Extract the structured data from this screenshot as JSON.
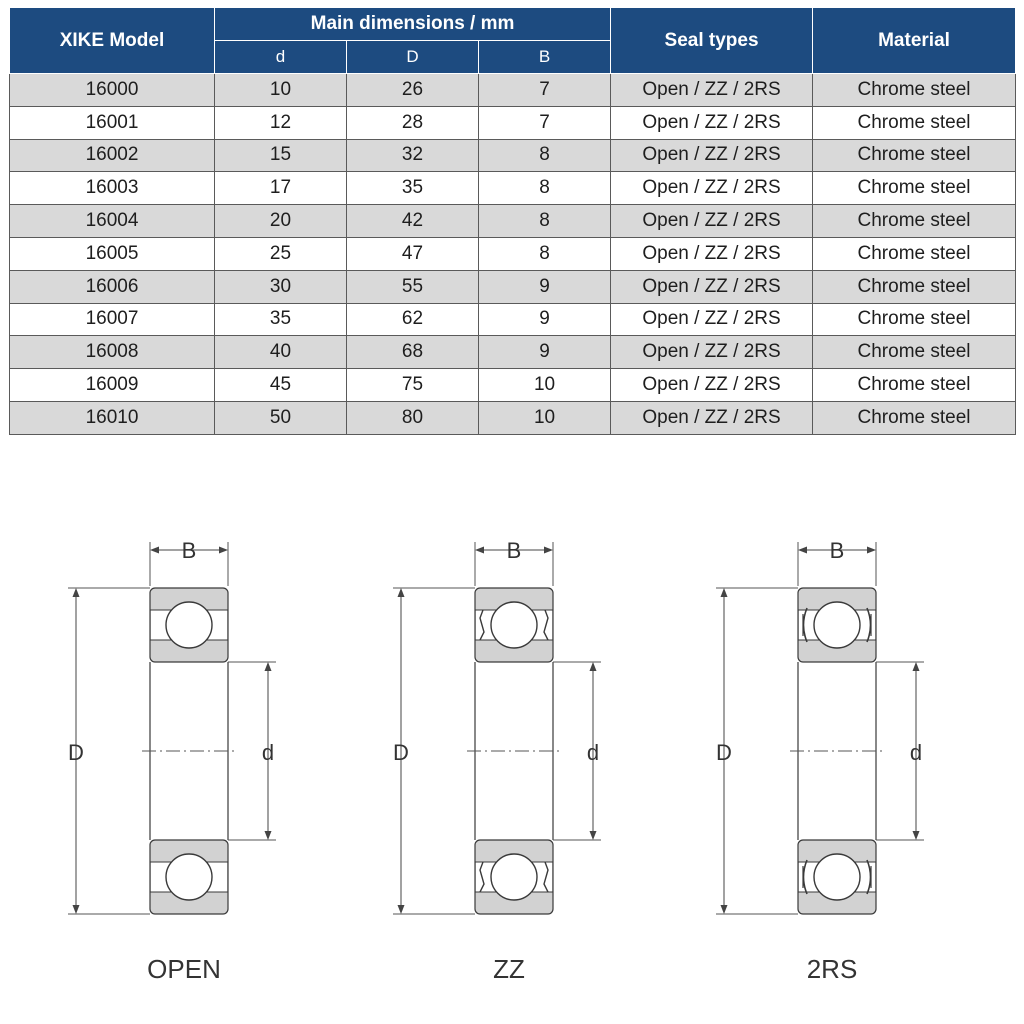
{
  "table": {
    "header": {
      "model": "XIKE Model",
      "main_dimensions": "Main dimensions / mm",
      "sub_d": "d",
      "sub_D": "D",
      "sub_B": "B",
      "seal_types": "Seal types",
      "material": "Material"
    },
    "rows": [
      {
        "model": "16000",
        "d": "10",
        "D": "26",
        "B": "7",
        "seal": "Open / ZZ / 2RS",
        "material": "Chrome steel"
      },
      {
        "model": "16001",
        "d": "12",
        "D": "28",
        "B": "7",
        "seal": "Open / ZZ / 2RS",
        "material": "Chrome steel"
      },
      {
        "model": "16002",
        "d": "15",
        "D": "32",
        "B": "8",
        "seal": "Open / ZZ / 2RS",
        "material": "Chrome steel"
      },
      {
        "model": "16003",
        "d": "17",
        "D": "35",
        "B": "8",
        "seal": "Open / ZZ / 2RS",
        "material": "Chrome steel"
      },
      {
        "model": "16004",
        "d": "20",
        "D": "42",
        "B": "8",
        "seal": "Open / ZZ / 2RS",
        "material": "Chrome steel"
      },
      {
        "model": "16005",
        "d": "25",
        "D": "47",
        "B": "8",
        "seal": "Open / ZZ / 2RS",
        "material": "Chrome steel"
      },
      {
        "model": "16006",
        "d": "30",
        "D": "55",
        "B": "9",
        "seal": "Open / ZZ / 2RS",
        "material": "Chrome steel"
      },
      {
        "model": "16007",
        "d": "35",
        "D": "62",
        "B": "9",
        "seal": "Open / ZZ / 2RS",
        "material": "Chrome steel"
      },
      {
        "model": "16008",
        "d": "40",
        "D": "68",
        "B": "9",
        "seal": "Open / ZZ / 2RS",
        "material": "Chrome steel"
      },
      {
        "model": "16009",
        "d": "45",
        "D": "75",
        "B": "10",
        "seal": "Open / ZZ / 2RS",
        "material": "Chrome steel"
      },
      {
        "model": "16010",
        "d": "50",
        "D": "80",
        "B": "10",
        "seal": "Open / ZZ / 2RS",
        "material": "Chrome steel"
      }
    ]
  },
  "diagrams": [
    {
      "caption": "OPEN",
      "width_label": "B",
      "outer_label": "D",
      "inner_label": "d"
    },
    {
      "caption": "ZZ",
      "width_label": "B",
      "outer_label": "D",
      "inner_label": "d"
    },
    {
      "caption": "2RS",
      "width_label": "B",
      "outer_label": "D",
      "inner_label": "d"
    }
  ]
}
